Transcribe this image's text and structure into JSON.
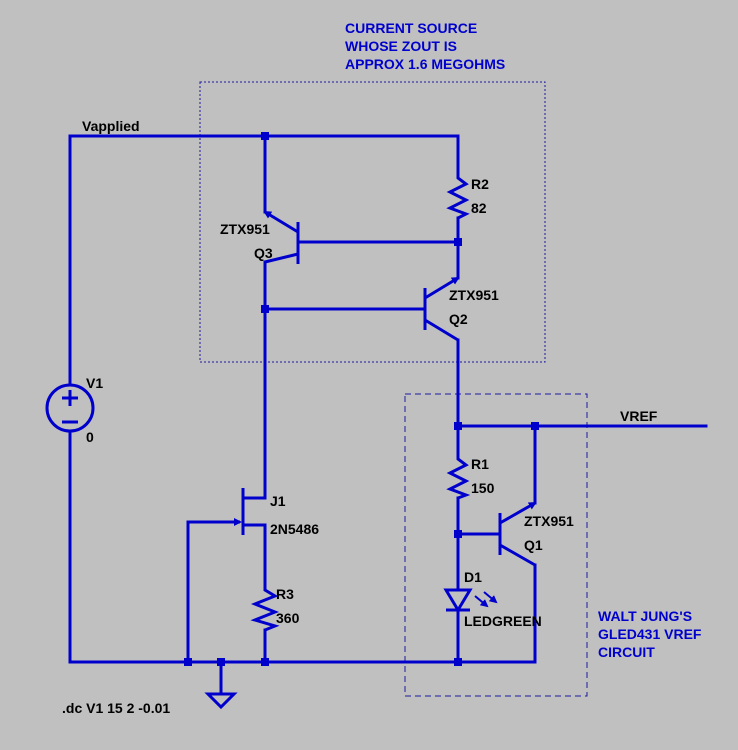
{
  "colors": {
    "background": "#c0c0c0",
    "wire": "#0000cc",
    "label": "#000000",
    "annotation": "#0000cc"
  },
  "nets": {
    "vapplied": "Vapplied",
    "vref": "VREF"
  },
  "components": {
    "v1": {
      "ref": "V1",
      "value": "0"
    },
    "r2": {
      "ref": "R2",
      "value": "82"
    },
    "r1": {
      "ref": "R1",
      "value": "150"
    },
    "r3": {
      "ref": "R3",
      "value": "360"
    },
    "q3": {
      "ref": "Q3",
      "model": "ZTX951"
    },
    "q2": {
      "ref": "Q2",
      "model": "ZTX951"
    },
    "q1": {
      "ref": "Q1",
      "model": "ZTX951"
    },
    "j1": {
      "ref": "J1",
      "model": "2N5486"
    },
    "d1": {
      "ref": "D1",
      "model": "LEDGREEN"
    }
  },
  "annotations": {
    "current_source": [
      "CURRENT  SOURCE",
      "WHOSE  ZOUT IS",
      "APPROX  1.6 MEGOHMS"
    ],
    "vref_circuit": [
      "WALT  JUNG'S",
      "GLED431  VREF",
      "CIRCUIT"
    ]
  },
  "directive": ".dc V1 15 2 -0.01"
}
